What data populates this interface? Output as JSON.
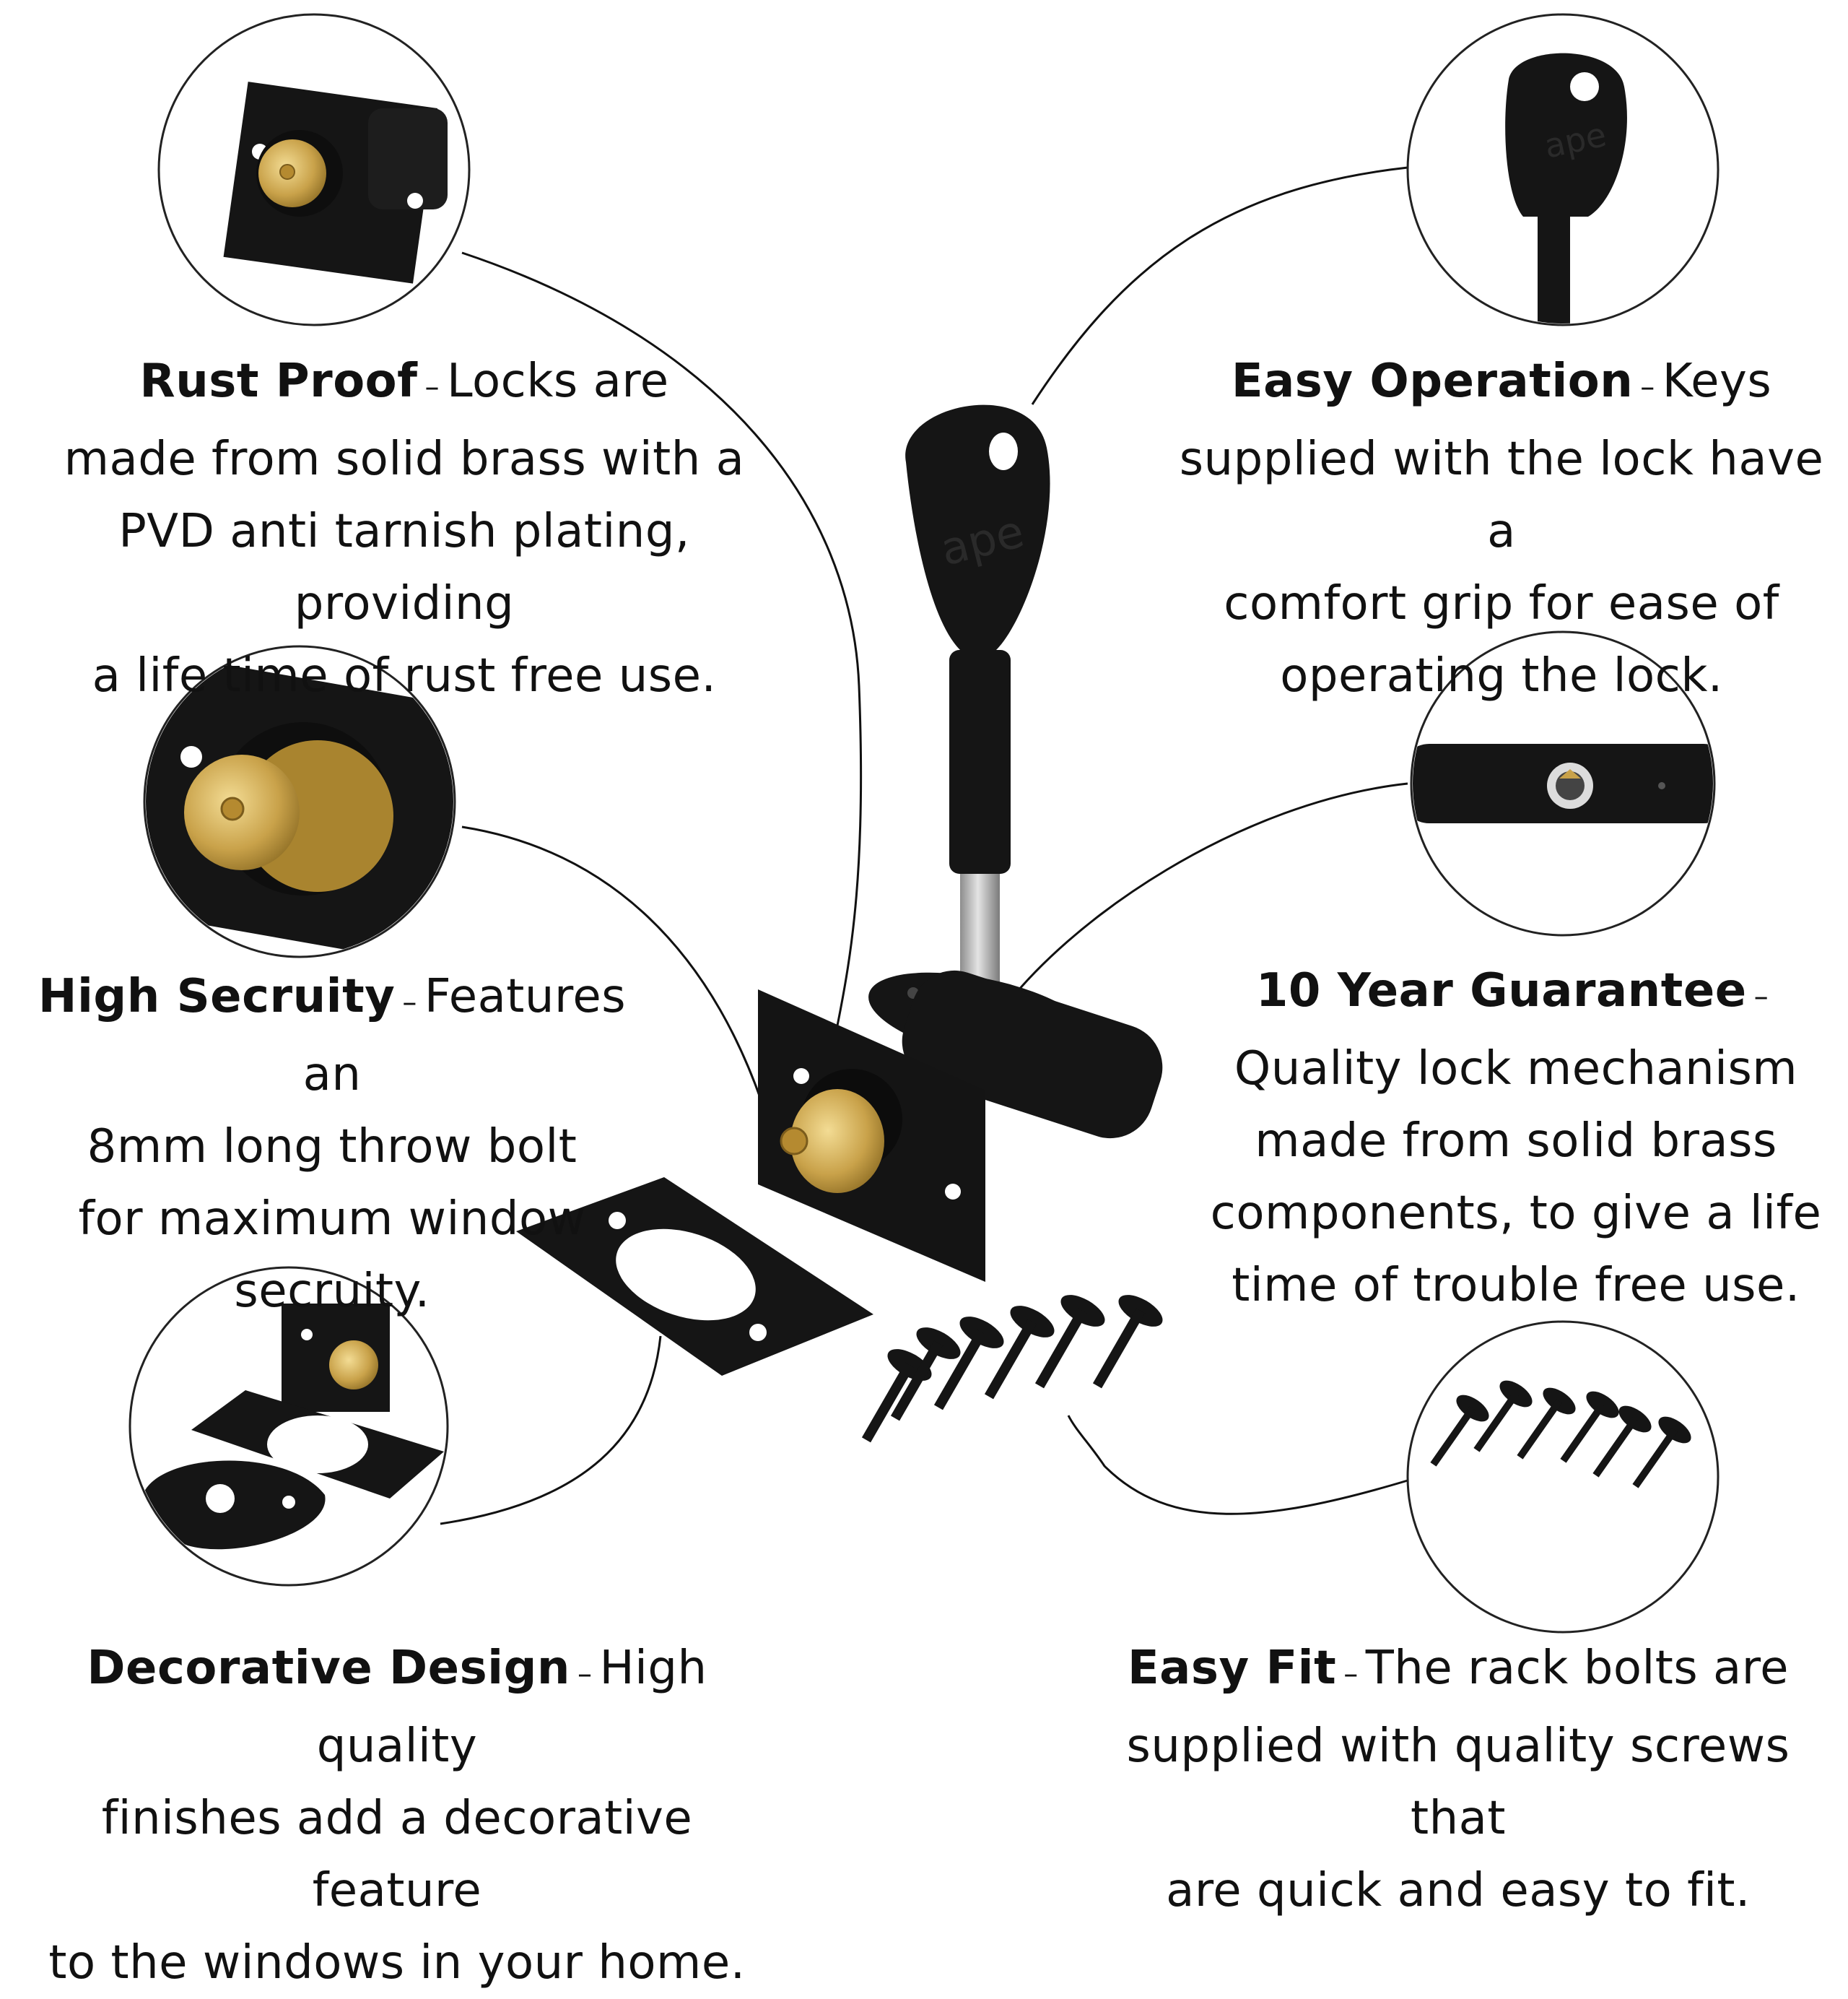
{
  "colors": {
    "background": "#ffffff",
    "text": "#111111",
    "product_black": "#151515",
    "brass": "#c9a24a",
    "steel": "#b8b8b8",
    "circle_stroke": "#222222"
  },
  "key_logo": "ape",
  "features": [
    {
      "id": "rust-proof",
      "title": "Rust Proof",
      "separator": "–",
      "lines": [
        "Locks are",
        "made from solid brass with a",
        "PVD anti tarnish plating, providing",
        "a life time of rust free use."
      ]
    },
    {
      "id": "high-security",
      "title": "High Secruity",
      "separator": "–",
      "lines": [
        "Features an",
        "8mm long throw bolt",
        "for maximum window",
        "secruity."
      ]
    },
    {
      "id": "decorative-design",
      "title": "Decorative Design",
      "separator": "–",
      "lines": [
        "High quality",
        "finishes add a decorative feature",
        "to the windows in your home."
      ]
    },
    {
      "id": "easy-operation",
      "title": "Easy Operation",
      "separator": "–",
      "lines": [
        "Keys",
        "supplied with the lock have a",
        "comfort grip for ease of",
        "operating the lock."
      ]
    },
    {
      "id": "ten-year-guarantee",
      "title": "10 Year Guarantee",
      "separator": "–",
      "lines": [
        "",
        "Quality lock mechanism",
        "made from solid brass",
        "components, to give a life",
        "time of trouble free use."
      ]
    },
    {
      "id": "easy-fit",
      "title": "Easy Fit",
      "separator": "–",
      "lines": [
        "The rack bolts are",
        "supplied with quality screws that",
        "are quick and easy to fit."
      ]
    }
  ]
}
